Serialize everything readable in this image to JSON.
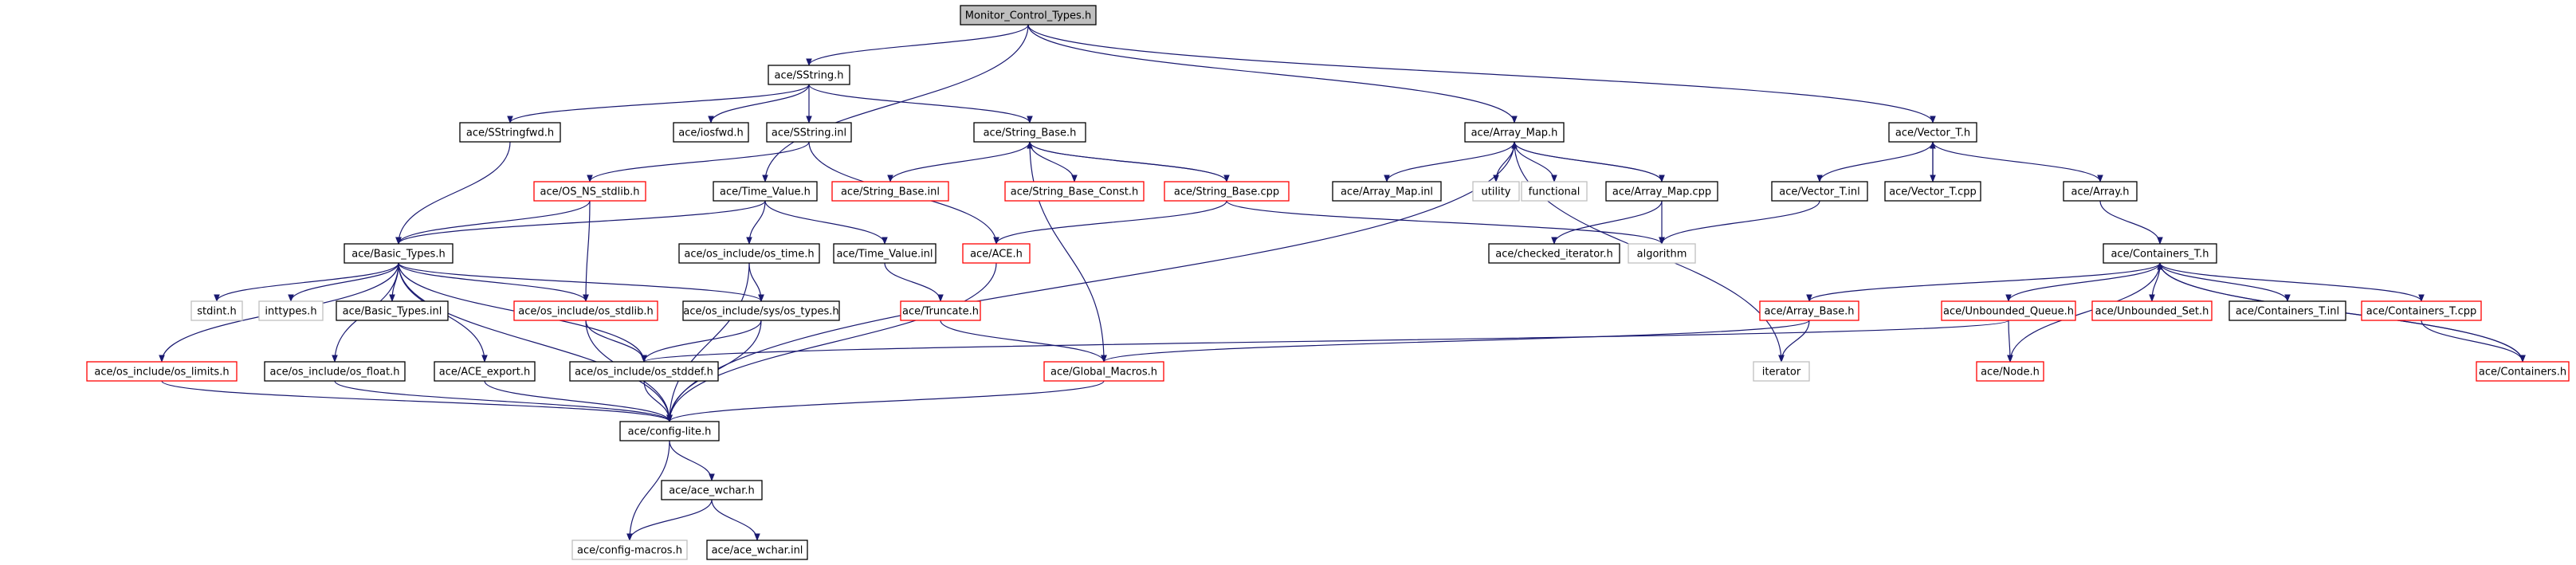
{
  "colors": {
    "root_fill": "#bfbfbf",
    "root_border": "#000000",
    "documented_border": "#000000",
    "undocumented_border": "#ff0000",
    "external_border": "#bfbfbf",
    "edge": "#191970",
    "background": "#ffffff"
  },
  "nodes": [
    {
      "id": "root",
      "label": "Monitor_Control_Types.h",
      "style": "root"
    },
    {
      "id": "sstring_h",
      "label": "ace/SString.h",
      "style": "documented"
    },
    {
      "id": "array_map_h",
      "label": "ace/Array_Map.h",
      "style": "documented"
    },
    {
      "id": "vector_t_h",
      "label": "ace/Vector_T.h",
      "style": "documented"
    },
    {
      "id": "sstringfwd_h",
      "label": "ace/SStringfwd.h",
      "style": "documented"
    },
    {
      "id": "iosfwd_h",
      "label": "ace/iosfwd.h",
      "style": "documented"
    },
    {
      "id": "sstring_inl",
      "label": "ace/SString.inl",
      "style": "documented"
    },
    {
      "id": "string_base_h",
      "label": "ace/String_Base.h",
      "style": "documented"
    },
    {
      "id": "os_ns_stdlib_h",
      "label": "ace/OS_NS_stdlib.h",
      "style": "undocumented"
    },
    {
      "id": "time_value_h",
      "label": "ace/Time_Value.h",
      "style": "documented"
    },
    {
      "id": "string_base_inl",
      "label": "ace/String_Base.inl",
      "style": "undocumented"
    },
    {
      "id": "string_base_const_h",
      "label": "ace/String_Base_Const.h",
      "style": "undocumented"
    },
    {
      "id": "string_base_cpp",
      "label": "ace/String_Base.cpp",
      "style": "undocumented"
    },
    {
      "id": "array_map_inl",
      "label": "ace/Array_Map.inl",
      "style": "documented"
    },
    {
      "id": "utility",
      "label": "utility",
      "style": "external"
    },
    {
      "id": "functional",
      "label": "functional",
      "style": "external"
    },
    {
      "id": "array_map_cpp",
      "label": "ace/Array_Map.cpp",
      "style": "documented"
    },
    {
      "id": "vector_t_inl",
      "label": "ace/Vector_T.inl",
      "style": "documented"
    },
    {
      "id": "vector_t_cpp",
      "label": "ace/Vector_T.cpp",
      "style": "documented"
    },
    {
      "id": "array_h",
      "label": "ace/Array.h",
      "style": "documented"
    },
    {
      "id": "basic_types_h",
      "label": "ace/Basic_Types.h",
      "style": "documented"
    },
    {
      "id": "os_time_h",
      "label": "ace/os_include/os_time.h",
      "style": "documented"
    },
    {
      "id": "time_value_inl",
      "label": "ace/Time_Value.inl",
      "style": "documented"
    },
    {
      "id": "ace_h",
      "label": "ace/ACE.h",
      "style": "undocumented"
    },
    {
      "id": "checked_iterator_h",
      "label": "ace/checked_iterator.h",
      "style": "documented"
    },
    {
      "id": "algorithm",
      "label": "algorithm",
      "style": "external"
    },
    {
      "id": "containers_t_h",
      "label": "ace/Containers_T.h",
      "style": "documented"
    },
    {
      "id": "stdint_h",
      "label": "stdint.h",
      "style": "external"
    },
    {
      "id": "inttypes_h",
      "label": "inttypes.h",
      "style": "external"
    },
    {
      "id": "basic_types_inl",
      "label": "ace/Basic_Types.inl",
      "style": "documented"
    },
    {
      "id": "os_stdlib_h",
      "label": "ace/os_include/os_stdlib.h",
      "style": "undocumented"
    },
    {
      "id": "sys_os_types_h",
      "label": "ace/os_include/sys/os_types.h",
      "style": "documented"
    },
    {
      "id": "truncate_h",
      "label": "ace/Truncate.h",
      "style": "undocumented"
    },
    {
      "id": "array_base_h",
      "label": "ace/Array_Base.h",
      "style": "undocumented"
    },
    {
      "id": "unbounded_queue_h",
      "label": "ace/Unbounded_Queue.h",
      "style": "undocumented"
    },
    {
      "id": "unbounded_set_h",
      "label": "ace/Unbounded_Set.h",
      "style": "undocumented"
    },
    {
      "id": "containers_t_inl",
      "label": "ace/Containers_T.inl",
      "style": "documented"
    },
    {
      "id": "containers_t_cpp",
      "label": "ace/Containers_T.cpp",
      "style": "undocumented"
    },
    {
      "id": "os_limits_h",
      "label": "ace/os_include/os_limits.h",
      "style": "undocumented"
    },
    {
      "id": "os_float_h",
      "label": "ace/os_include/os_float.h",
      "style": "documented"
    },
    {
      "id": "ace_export_h",
      "label": "ace/ACE_export.h",
      "style": "documented"
    },
    {
      "id": "os_stddef_h",
      "label": "ace/os_include/os_stddef.h",
      "style": "documented"
    },
    {
      "id": "global_macros_h",
      "label": "ace/Global_Macros.h",
      "style": "undocumented"
    },
    {
      "id": "iterator",
      "label": "iterator",
      "style": "external"
    },
    {
      "id": "node_h",
      "label": "ace/Node.h",
      "style": "undocumented"
    },
    {
      "id": "containers_h",
      "label": "ace/Containers.h",
      "style": "undocumented"
    },
    {
      "id": "config_lite_h",
      "label": "ace/config-lite.h",
      "style": "documented"
    },
    {
      "id": "ace_wchar_h",
      "label": "ace/ace_wchar.h",
      "style": "documented"
    },
    {
      "id": "config_macros_h",
      "label": "ace/config-macros.h",
      "style": "external"
    },
    {
      "id": "ace_wchar_inl",
      "label": "ace/ace_wchar.inl",
      "style": "documented"
    }
  ],
  "edges": [
    [
      "root",
      "sstring_h"
    ],
    [
      "root",
      "time_value_h"
    ],
    [
      "root",
      "array_map_h"
    ],
    [
      "root",
      "vector_t_h"
    ],
    [
      "sstring_h",
      "sstringfwd_h"
    ],
    [
      "sstring_h",
      "iosfwd_h"
    ],
    [
      "sstring_h",
      "sstring_inl"
    ],
    [
      "sstring_h",
      "string_base_h"
    ],
    [
      "sstringfwd_h",
      "basic_types_h"
    ],
    [
      "sstring_inl",
      "os_ns_stdlib_h"
    ],
    [
      "sstring_inl",
      "ace_h"
    ],
    [
      "string_base_h",
      "string_base_inl"
    ],
    [
      "string_base_h",
      "string_base_const_h"
    ],
    [
      "string_base_h",
      "string_base_cpp"
    ],
    [
      "string_base_h",
      "global_macros_h"
    ],
    [
      "string_base_cpp",
      "string_base_h"
    ],
    [
      "string_base_cpp",
      "ace_h"
    ],
    [
      "string_base_cpp",
      "algorithm"
    ],
    [
      "os_ns_stdlib_h",
      "basic_types_h"
    ],
    [
      "os_ns_stdlib_h",
      "os_stdlib_h"
    ],
    [
      "time_value_h",
      "basic_types_h"
    ],
    [
      "time_value_h",
      "os_time_h"
    ],
    [
      "time_value_h",
      "time_value_inl"
    ],
    [
      "array_map_h",
      "array_map_inl"
    ],
    [
      "array_map_h",
      "utility"
    ],
    [
      "array_map_h",
      "functional"
    ],
    [
      "array_map_h",
      "array_map_cpp"
    ],
    [
      "array_map_h",
      "iterator"
    ],
    [
      "array_map_h",
      "config_lite_h"
    ],
    [
      "array_map_cpp",
      "array_map_h"
    ],
    [
      "array_map_cpp",
      "checked_iterator_h"
    ],
    [
      "array_map_cpp",
      "algorithm"
    ],
    [
      "vector_t_h",
      "vector_t_inl"
    ],
    [
      "vector_t_h",
      "vector_t_cpp"
    ],
    [
      "vector_t_h",
      "array_h"
    ],
    [
      "vector_t_cpp",
      "vector_t_h"
    ],
    [
      "vector_t_inl",
      "algorithm"
    ],
    [
      "array_h",
      "containers_t_h"
    ],
    [
      "containers_t_h",
      "array_base_h"
    ],
    [
      "containers_t_h",
      "unbounded_queue_h"
    ],
    [
      "containers_t_h",
      "unbounded_set_h"
    ],
    [
      "containers_t_h",
      "containers_t_inl"
    ],
    [
      "containers_t_h",
      "containers_t_cpp"
    ],
    [
      "containers_t_h",
      "node_h"
    ],
    [
      "containers_t_h",
      "containers_h"
    ],
    [
      "containers_t_cpp",
      "containers_h"
    ],
    [
      "containers_h",
      "containers_t_h"
    ],
    [
      "array_base_h",
      "global_macros_h"
    ],
    [
      "array_base_h",
      "iterator"
    ],
    [
      "unbounded_queue_h",
      "os_stddef_h"
    ],
    [
      "unbounded_queue_h",
      "node_h"
    ],
    [
      "basic_types_h",
      "stdint_h"
    ],
    [
      "basic_types_h",
      "inttypes_h"
    ],
    [
      "basic_types_h",
      "basic_types_inl"
    ],
    [
      "basic_types_h",
      "os_stdlib_h"
    ],
    [
      "basic_types_h",
      "sys_os_types_h"
    ],
    [
      "basic_types_h",
      "os_limits_h"
    ],
    [
      "basic_types_h",
      "os_float_h"
    ],
    [
      "basic_types_h",
      "ace_export_h"
    ],
    [
      "basic_types_h",
      "config_lite_h"
    ],
    [
      "basic_types_h",
      "os_stddef_h"
    ],
    [
      "os_time_h",
      "sys_os_types_h"
    ],
    [
      "os_time_h",
      "config_lite_h"
    ],
    [
      "time_value_inl",
      "truncate_h"
    ],
    [
      "ace_h",
      "config_lite_h"
    ],
    [
      "truncate_h",
      "global_macros_h"
    ],
    [
      "os_stdlib_h",
      "os_stddef_h"
    ],
    [
      "os_stdlib_h",
      "config_lite_h"
    ],
    [
      "sys_os_types_h",
      "os_stddef_h"
    ],
    [
      "sys_os_types_h",
      "config_lite_h"
    ],
    [
      "os_limits_h",
      "config_lite_h"
    ],
    [
      "os_float_h",
      "config_lite_h"
    ],
    [
      "ace_export_h",
      "config_lite_h"
    ],
    [
      "os_stddef_h",
      "config_lite_h"
    ],
    [
      "global_macros_h",
      "config_lite_h"
    ],
    [
      "config_lite_h",
      "ace_wchar_h"
    ],
    [
      "config_lite_h",
      "config_macros_h"
    ],
    [
      "ace_wchar_h",
      "config_macros_h"
    ],
    [
      "ace_wchar_h",
      "ace_wchar_inl"
    ]
  ]
}
